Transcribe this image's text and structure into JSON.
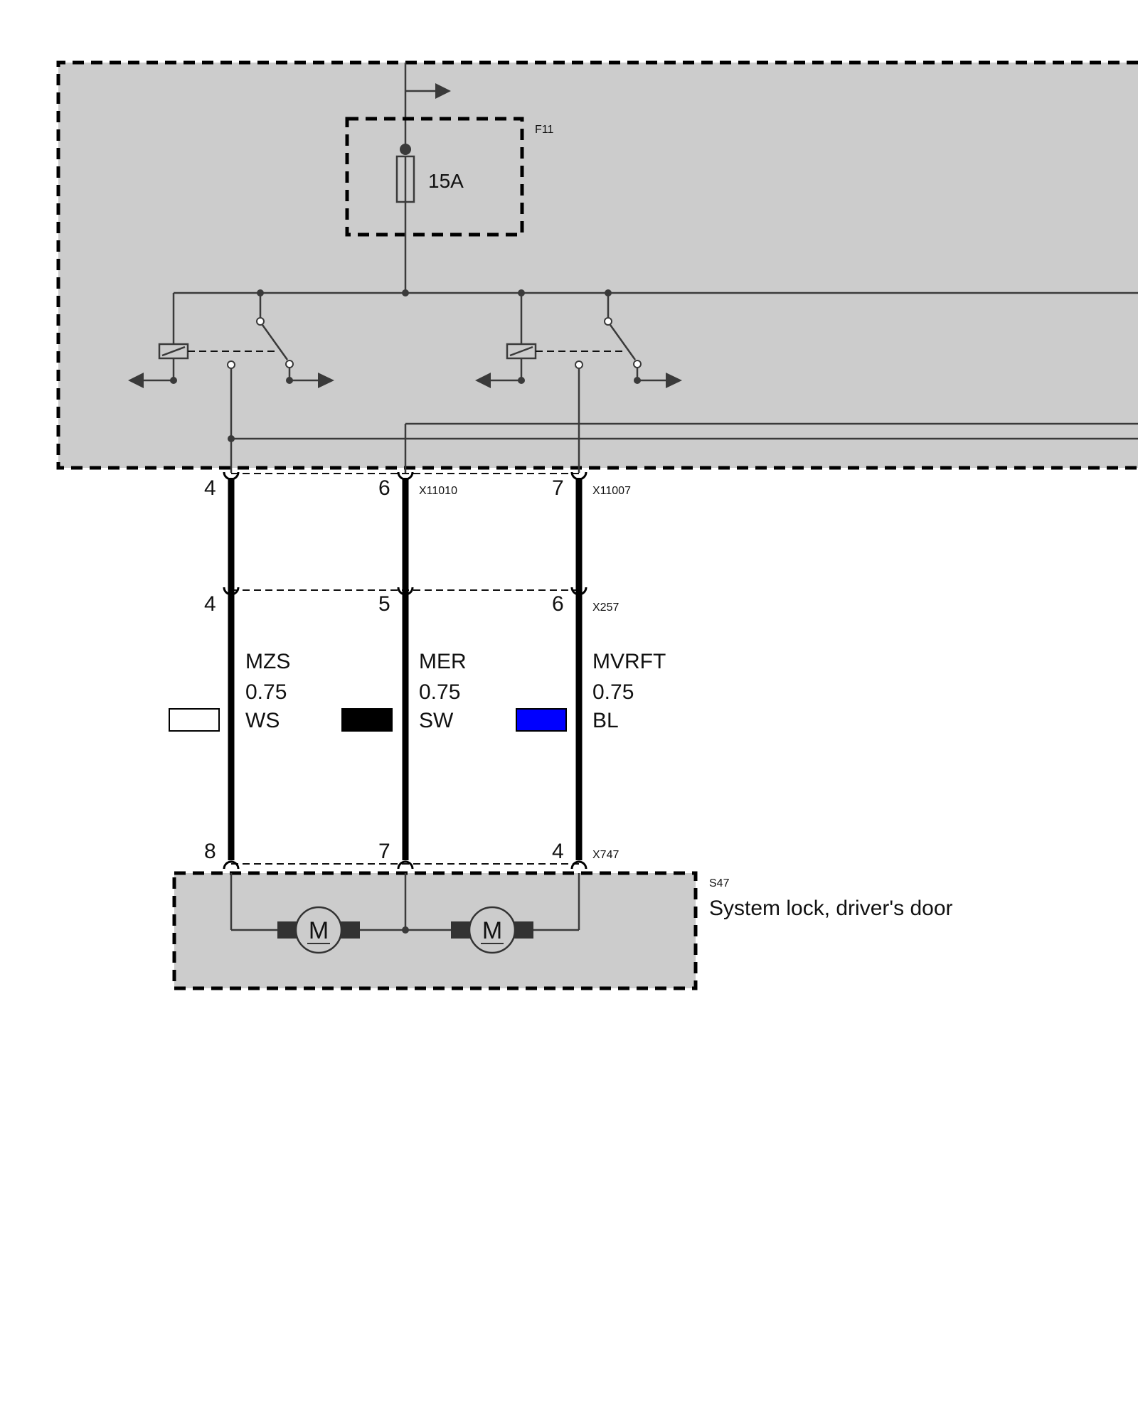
{
  "fuse": {
    "ref": "F11",
    "rating": "15A"
  },
  "connectors": {
    "top": [
      {
        "pin": "4",
        "ref": ""
      },
      {
        "pin": "6",
        "ref": "X11010"
      },
      {
        "pin": "7",
        "ref": "X11007"
      }
    ],
    "middle": [
      {
        "pin": "4",
        "ref": ""
      },
      {
        "pin": "5",
        "ref": ""
      },
      {
        "pin": "6",
        "ref": "X257"
      }
    ],
    "bottom": [
      {
        "pin": "8",
        "ref": ""
      },
      {
        "pin": "7",
        "ref": ""
      },
      {
        "pin": "4",
        "ref": "X747"
      }
    ]
  },
  "wires": [
    {
      "signal": "MZS",
      "size": "0.75",
      "color_code": "WS",
      "swatch": "#ffffff"
    },
    {
      "signal": "MER",
      "size": "0.75",
      "color_code": "SW",
      "swatch": "#000000"
    },
    {
      "signal": "MVRFT",
      "size": "0.75",
      "color_code": "BL",
      "swatch": "#0000ff"
    }
  ],
  "component": {
    "ref": "S47",
    "name": "System lock, driver's door",
    "motor_symbol": "M"
  },
  "colors": {
    "module_fill": "#cccccc",
    "line": "#3a3a3a",
    "wire": "#000000"
  }
}
